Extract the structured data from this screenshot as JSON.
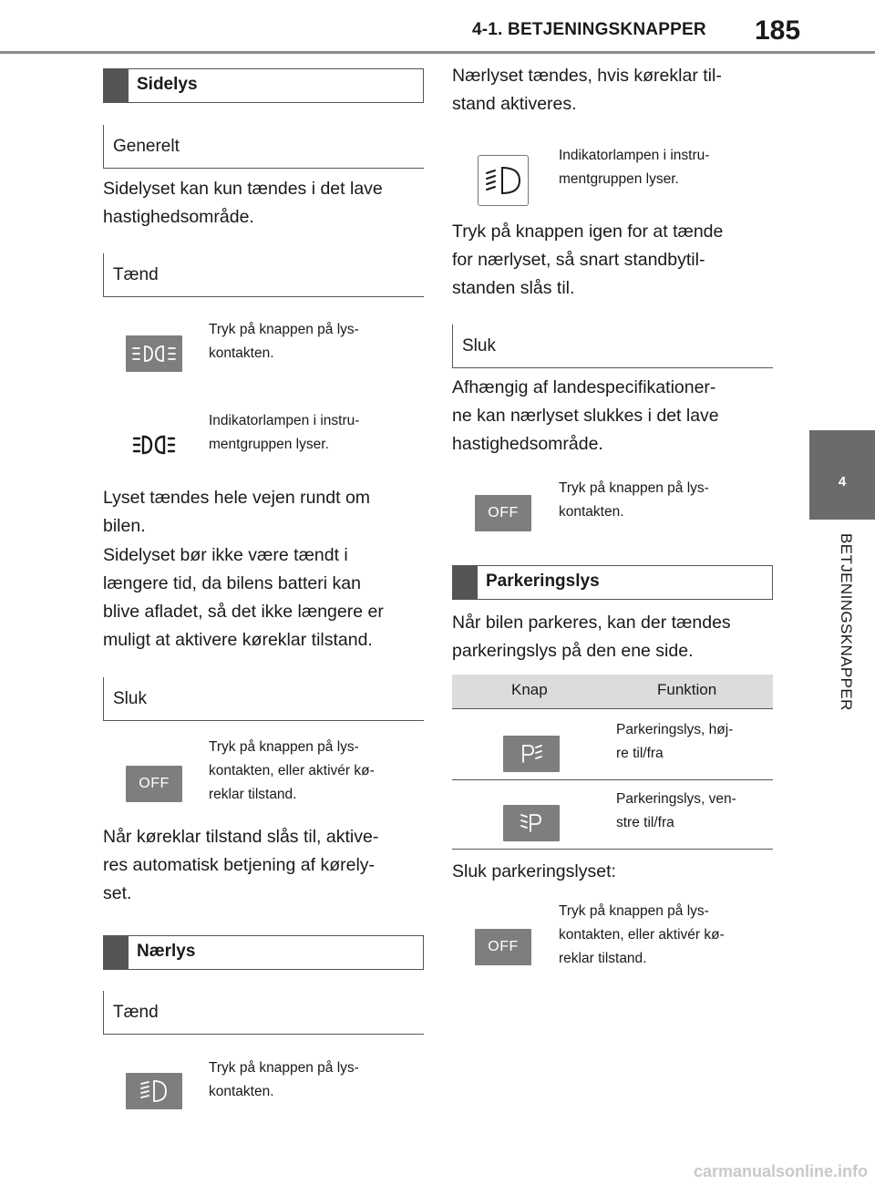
{
  "header": {
    "section": "4-1. BETJENINGSKNAPPER",
    "page_number": "185"
  },
  "side_tab": {
    "number": "4",
    "label": "BETJENINGSKNAPPER"
  },
  "left": {
    "sidelys_title": "Sidelys",
    "generelt": "Generelt",
    "generelt_text": [
      "Sidelyset kan kun tændes i det lave",
      "hastighedsområde."
    ],
    "taend": "Tænd",
    "press_text": [
      "Tryk på knappen på lys-",
      "kontakten."
    ],
    "indicator_text": [
      "Indikatorlampen i instru-",
      "mentgruppen lyser."
    ],
    "all_around_text": [
      "Lyset tændes hele vejen rundt om",
      "bilen."
    ],
    "warning_text": [
      "Sidelyset bør ikke være tændt i",
      "længere tid, da bilens batteri kan",
      "blive afladet, så det ikke længere er",
      "muligt at aktivere køreklar tilstand."
    ],
    "sluk": "Sluk",
    "off_label": "OFF",
    "off_text": [
      "Tryk på knappen på lys-",
      "kontakten, eller aktivér kø-",
      "reklar tilstand."
    ],
    "auto_text": [
      "Når køreklar tilstand slås til, aktive-",
      "res automatisk betjening af kørely-",
      "set."
    ],
    "naerlys_title": "Nærlys",
    "taend2": "Tænd",
    "press_text2": [
      "Tryk på knappen på lys-",
      "kontakten."
    ]
  },
  "right": {
    "intro_text": [
      "Nærlyset tændes, hvis køreklar til-",
      "stand aktiveres."
    ],
    "indicator_text": [
      "Indikatorlampen i instru-",
      "mentgruppen lyser."
    ],
    "again_text": [
      "Tryk på knappen igen for at tænde",
      "for nærlyset, så snart standbytil-",
      "standen slås til."
    ],
    "sluk": "Sluk",
    "country_text": [
      "Afhængig af landespecifikationer-",
      "ne kan nærlyset slukkes i det lave",
      "hastighedsområde."
    ],
    "off_label": "OFF",
    "press_text": [
      "Tryk på knappen på lys-",
      "kontakten."
    ],
    "parkering_title": "Parkeringslys",
    "parking_text": [
      "Når bilen parkeres, kan der tændes",
      "parkeringslys på den ene side."
    ],
    "table": {
      "headers": [
        "Knap",
        "Funktion"
      ],
      "rows": [
        {
          "icon": "parking-light-right-icon",
          "function": [
            "Parkeringslys, høj-",
            "re til/fra"
          ]
        },
        {
          "icon": "parking-light-left-icon",
          "function": [
            "Parkeringslys, ven-",
            "stre til/fra"
          ]
        }
      ]
    },
    "sluk_parking": "Sluk parkeringslyset:",
    "off_label2": "OFF",
    "off_text": [
      "Tryk på knappen på lys-",
      "kontakten, eller aktivér kø-",
      "reklar tilstand."
    ]
  },
  "footer": "carmanualsonline.info"
}
